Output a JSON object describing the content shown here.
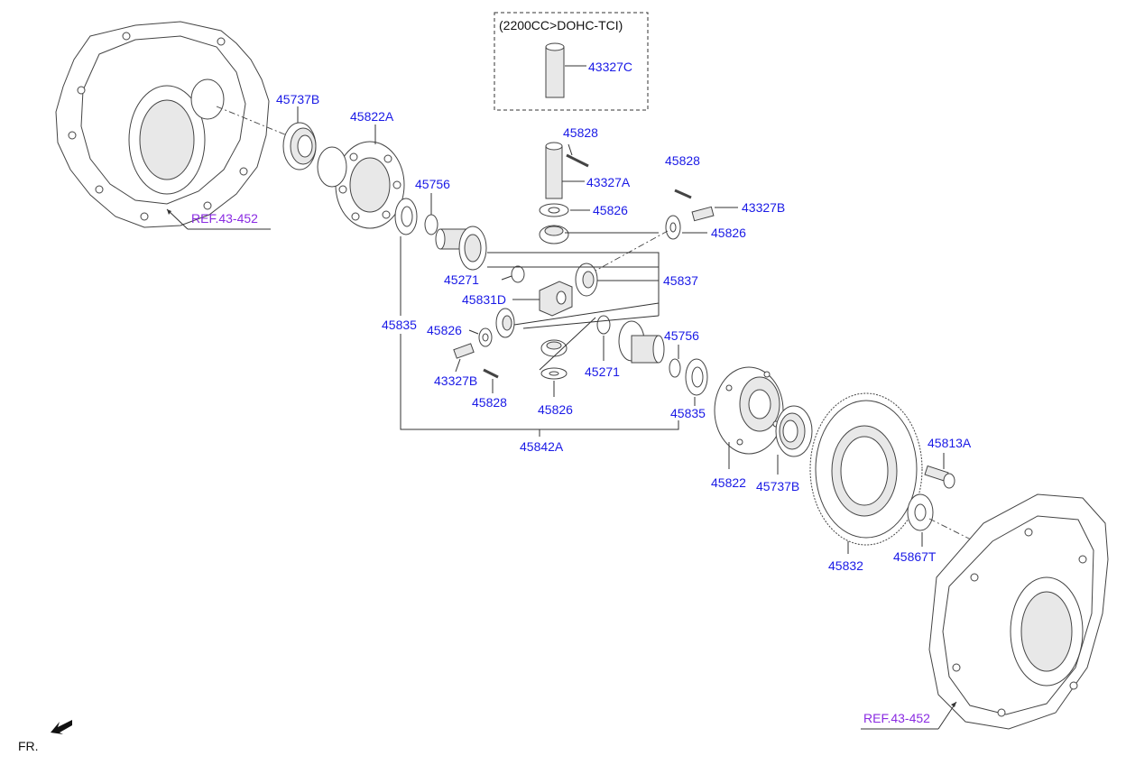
{
  "variant_box": {
    "label": "(2200CC>DOHC-TCI)"
  },
  "labels": {
    "l_45737B_top": "45737B",
    "l_45822A": "45822A",
    "l_45756_top": "45756",
    "l_45828_top": "45828",
    "l_43327A": "43327A",
    "l_45826_a": "45826",
    "l_45828_right": "45828",
    "l_43327B_right": "43327B",
    "l_45826_b": "45826",
    "l_45271_a": "45271",
    "l_45837": "45837",
    "l_45831D": "45831D",
    "l_45835_left": "45835",
    "l_45826_c": "45826",
    "l_43327B_left": "43327B",
    "l_45828_bottom": "45828",
    "l_45271_b": "45271",
    "l_45756_bottom": "45756",
    "l_45826_d": "45826",
    "l_45835_right": "45835",
    "l_45842A": "45842A",
    "l_45822": "45822",
    "l_45737B_bottom": "45737B",
    "l_45832": "45832",
    "l_45813A": "45813A",
    "l_45867T": "45867T",
    "l_43327C": "43327C"
  },
  "refs": {
    "ref_top": "REF.43-452",
    "ref_bottom": "REF.43-452"
  },
  "fr_label": "FR."
}
